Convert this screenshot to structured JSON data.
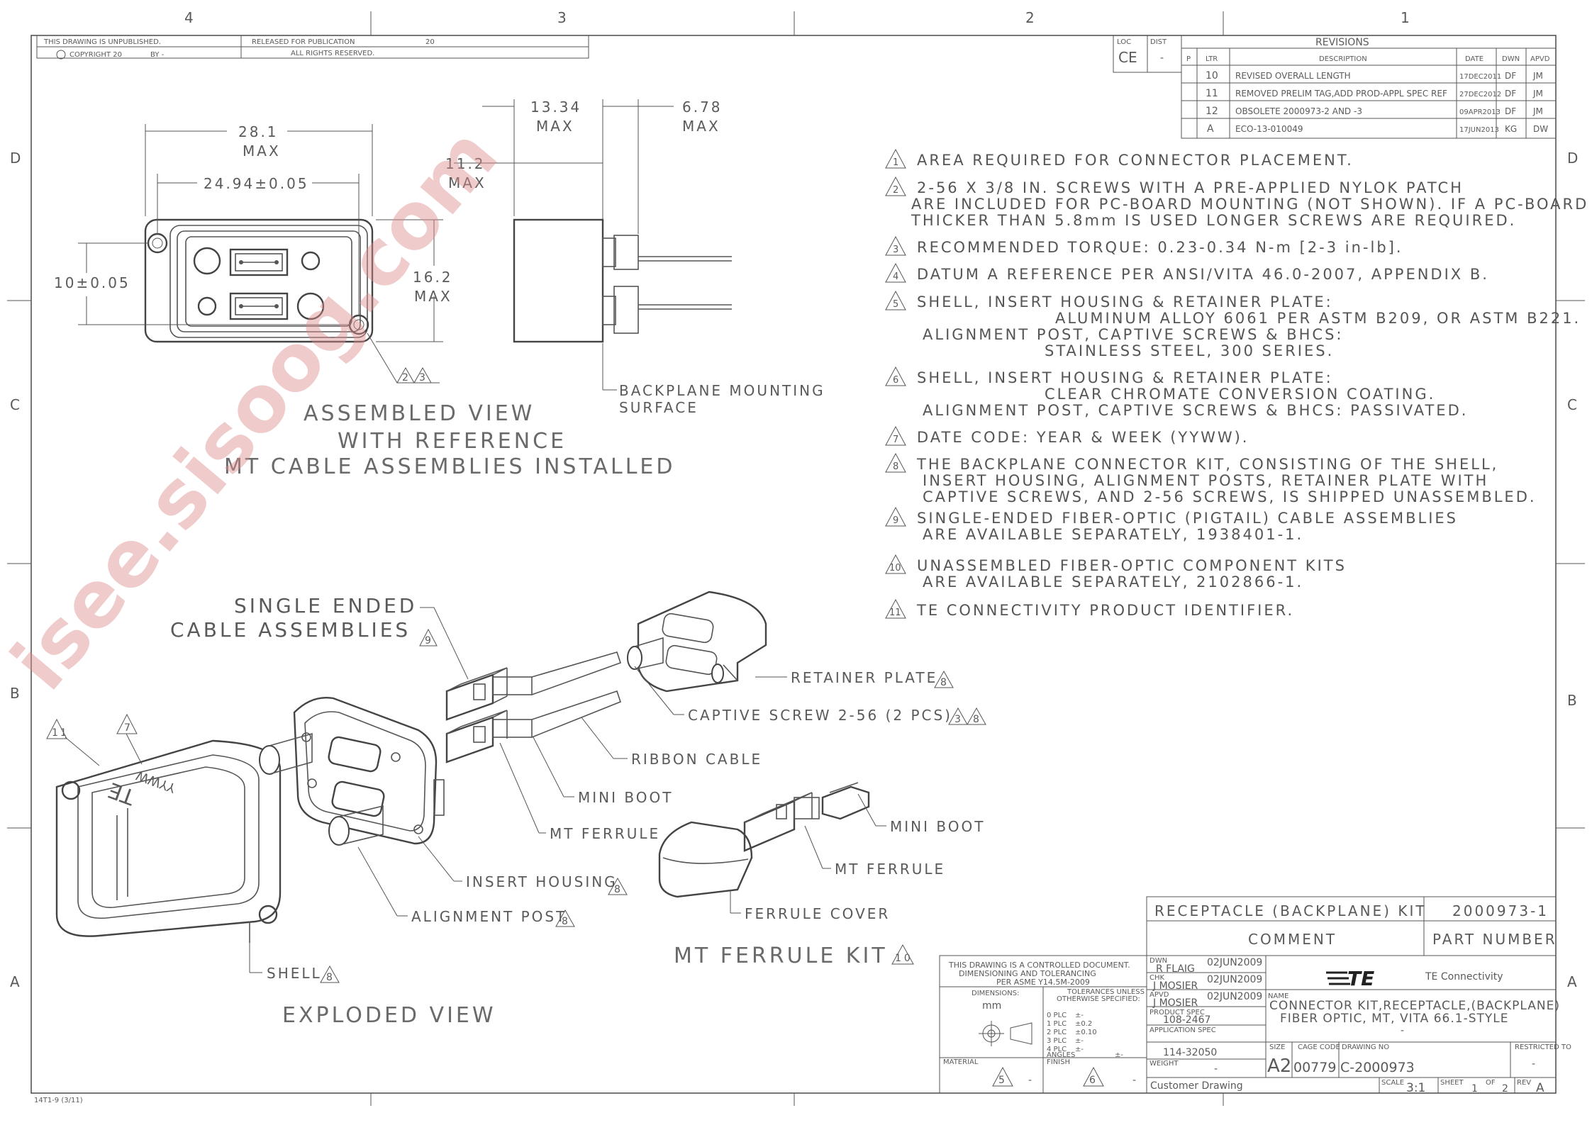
{
  "zones": {
    "top": [
      "4",
      "3",
      "2",
      "1"
    ],
    "side": [
      "D",
      "C",
      "B",
      "A"
    ]
  },
  "header_strip": {
    "unpublished": "THIS DRAWING IS UNPUBLISHED.",
    "released": "RELEASED FOR PUBLICATION",
    "year": "20",
    "copyright": "COPYRIGHT 20",
    "by": "BY -",
    "rights": "ALL RIGHTS RESERVED."
  },
  "loc_dist": {
    "loc_label": "LOC",
    "loc_value": "CE",
    "dist_label": "DIST",
    "dist_value": "-"
  },
  "revisions": {
    "title": "REVISIONS",
    "headers": [
      "P",
      "LTR",
      "DESCRIPTION",
      "DATE",
      "DWN",
      "APVD"
    ],
    "rows": [
      {
        "ltr": "10",
        "desc": "REVISED OVERALL LENGTH",
        "date": "17DEC2011",
        "dwn": "DF",
        "apvd": "JM"
      },
      {
        "ltr": "11",
        "desc": "REMOVED PRELIM TAG,ADD PROD-APPL SPEC REF",
        "date": "27DEC2012",
        "dwn": "DF",
        "apvd": "JM"
      },
      {
        "ltr": "12",
        "desc": "OBSOLETE 2000973-2 AND -3",
        "date": "09APR2013",
        "dwn": "DF",
        "apvd": "JM"
      },
      {
        "ltr": "A",
        "desc": "ECO-13-010049",
        "date": "17JUN2013",
        "dwn": "KG",
        "apvd": "DW"
      }
    ]
  },
  "dimensions": {
    "d281": "28.1",
    "d281_max": "MAX",
    "d2494": "24.94±0.05",
    "d1334": "13.34",
    "d1334_max": "MAX",
    "d678": "6.78",
    "d678_max": "MAX",
    "d112": "11.2",
    "d112_max": "MAX",
    "d10": "10±0.05",
    "d162": "16.2",
    "d162_max": "MAX",
    "flag_a": "2",
    "flag_b": "3"
  },
  "views": {
    "assembled_1": "ASSEMBLED VIEW",
    "assembled_2": "WITH REFERENCE",
    "assembled_3": "MT CABLE ASSEMBLIES INSTALLED",
    "backplane_1": "BACKPLANE MOUNTING",
    "backplane_2": "SURFACE",
    "exploded": "EXPLODED VIEW",
    "mt_kit": "MT FERRULE KIT",
    "mt_kit_flag": "10"
  },
  "callouts": {
    "single_1": "SINGLE ENDED",
    "single_2": "CABLE ASSEMBLIES",
    "single_flag": "9",
    "retainer": "RETAINER PLATE",
    "retainer_flag": "8",
    "captive": "CAPTIVE SCREW 2-56 (2 PCS)",
    "captive_flag_a": "3",
    "captive_flag_b": "8",
    "ribbon": "RIBBON CABLE",
    "mini_boot_1": "MINI BOOT",
    "mt_ferrule_1": "MT FERRULE",
    "insert": "INSERT HOUSING",
    "insert_flag": "8",
    "alignment": "ALIGNMENT POST",
    "alignment_flag": "8",
    "shell": "SHELL",
    "shell_flag": "8",
    "mini_boot_2": "MINI BOOT",
    "mt_ferrule_2": "MT FERRULE",
    "ferrule_cover": "FERRULE COVER",
    "flag_11": "11",
    "flag_7": "7",
    "shell_marking_1": "TE",
    "shell_marking_2": "YYWW"
  },
  "notes": [
    {
      "n": "1",
      "lines": [
        "AREA REQUIRED FOR CONNECTOR PLACEMENT."
      ]
    },
    {
      "n": "2",
      "lines": [
        "2-56 X 3/8 IN. SCREWS WITH A PRE-APPLIED NYLOK PATCH",
        "ARE INCLUDED FOR PC-BOARD MOUNTING (NOT SHOWN). IF A PC-BOARD",
        "THICKER THAN 5.8mm IS USED LONGER SCREWS ARE REQUIRED."
      ]
    },
    {
      "n": "3",
      "lines": [
        "RECOMMENDED TORQUE: 0.23-0.34 N-m [2-3 in-lb]."
      ]
    },
    {
      "n": "4",
      "lines": [
        "DATUM A REFERENCE PER ANSI/VITA 46.0-2007, APPENDIX B."
      ]
    },
    {
      "n": "5",
      "lines": [
        "SHELL, INSERT HOUSING & RETAINER PLATE:",
        "ALUMINUM ALLOY 6061 PER ASTM B209, OR ASTM B221.",
        "ALIGNMENT POST, CAPTIVE SCREWS & BHCS:",
        "STAINLESS STEEL, 300 SERIES."
      ]
    },
    {
      "n": "6",
      "lines": [
        "SHELL, INSERT HOUSING & RETAINER PLATE:",
        "CLEAR CHROMATE CONVERSION COATING.",
        "ALIGNMENT POST, CAPTIVE SCREWS & BHCS: PASSIVATED."
      ]
    },
    {
      "n": "7",
      "lines": [
        "DATE CODE: YEAR & WEEK (YYWW)."
      ]
    },
    {
      "n": "8",
      "lines": [
        "THE BACKPLANE CONNECTOR KIT, CONSISTING OF THE SHELL,",
        "INSERT HOUSING, ALIGNMENT POSTS, RETAINER PLATE WITH",
        "CAPTIVE SCREWS, AND 2-56 SCREWS, IS SHIPPED UNASSEMBLED."
      ]
    },
    {
      "n": "9",
      "lines": [
        "SINGLE-ENDED FIBER-OPTIC (PIGTAIL) CABLE ASSEMBLIES",
        "ARE AVAILABLE SEPARATELY, 1938401-1."
      ]
    },
    {
      "n": "10",
      "lines": [
        "UNASSEMBLED FIBER-OPTIC COMPONENT KITS",
        "ARE AVAILABLE SEPARATELY, 2102866-1."
      ]
    },
    {
      "n": "11",
      "lines": [
        "TE CONNECTIVITY PRODUCT IDENTIFIER."
      ]
    }
  ],
  "title_block": {
    "kit_name": "RECEPTACLE (BACKPLANE) KIT",
    "kit_pn": "2000973-1",
    "comment": "COMMENT",
    "part_number": "PART NUMBER",
    "controlled_1": "THIS DRAWING IS A CONTROLLED DOCUMENT.",
    "controlled_2": "DIMENSIONING AND TOLERANCING",
    "controlled_3": "PER ASME Y14.5M-2009",
    "dimensions_label": "DIMENSIONS:",
    "dimensions_unit": "mm",
    "tol_1": "TOLERANCES UNLESS",
    "tol_2": "OTHERWISE SPECIFIED:",
    "tol_rows": [
      {
        "k": "0 PLC",
        "v": "±-"
      },
      {
        "k": "1 PLC",
        "v": "±0.2"
      },
      {
        "k": "2 PLC",
        "v": "±0.10"
      },
      {
        "k": "3 PLC",
        "v": "±-"
      },
      {
        "k": "4 PLC",
        "v": "±-"
      },
      {
        "k": "ANGLES",
        "v": "±-"
      }
    ],
    "material_label": "MATERIAL",
    "material_flag": "5",
    "material_dash": "-",
    "finish_label": "FINISH",
    "finish_flag": "6",
    "finish_dash": "-",
    "dwn_label": "DWN",
    "dwn_name": "R FLAIG",
    "dwn_date": "02JUN2009",
    "chk_label": "CHK",
    "chk_name": "J MOSIER",
    "chk_date": "02JUN2009",
    "apvd_label": "APVD",
    "apvd_name": "J MOSIER",
    "apvd_date": "02JUN2009",
    "product_spec_label": "PRODUCT SPEC",
    "product_spec": "108-2467",
    "application_spec_label": "APPLICATION SPEC",
    "application_spec": "114-32050",
    "weight_label": "WEIGHT",
    "weight": "-",
    "logo": "TE",
    "company": "TE Connectivity",
    "name_label": "NAME",
    "name_1": "CONNECTOR KIT,RECEPTACLE,(BACKPLANE)",
    "name_2": "FIBER OPTIC, MT, VITA 66.1-STYLE",
    "name_3": "-",
    "size_label": "SIZE",
    "size": "A2",
    "cage_label": "CAGE CODE",
    "cage": "00779",
    "dwg_label": "DRAWING NO",
    "dwg": "C-2000973",
    "restricted_label": "RESTRICTED TO",
    "restricted": "-",
    "customer": "Customer Drawing",
    "scale_label": "SCALE",
    "scale": "3:1",
    "sheet_label": "SHEET",
    "sheet": "1",
    "of": "OF",
    "sheets": "2",
    "rev_label": "REV",
    "rev": "A"
  },
  "form_number": "14T1-9 (3/11)",
  "watermark": "isee.sisoog.com"
}
